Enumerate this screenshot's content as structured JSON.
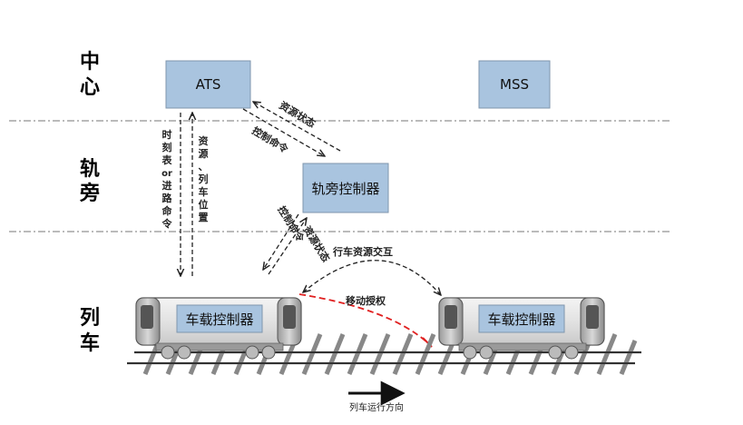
{
  "zones": {
    "center": [
      "中",
      "心"
    ],
    "trackside": [
      "轨",
      "旁"
    ],
    "train": [
      "列",
      "车"
    ]
  },
  "boxes": {
    "ats": "ATS",
    "mss": "MSS",
    "trackside_controller": "轨旁控制器",
    "onboard_controller_left": "车载控制器",
    "onboard_controller_right": "车载控制器"
  },
  "labels": {
    "timetable_route": [
      "时",
      "刻",
      "表",
      "or",
      "进",
      "路",
      "命",
      "令"
    ],
    "resource_train_pos": [
      "资",
      "源",
      "、",
      "列",
      "车",
      "位",
      "置"
    ],
    "resource_status_top": "资源状态",
    "control_cmd_top": "控制命令",
    "control_cmd_mid": "控制命令",
    "resource_status_mid": "资源状态",
    "train_resource_exchange": "行车资源交互",
    "movement_authority": "移动授权",
    "direction": "列车运行方向"
  },
  "colors": {
    "box_fill": "#a9c4df",
    "box_stroke": "#7f96ad",
    "ma_red": "#e02020"
  }
}
